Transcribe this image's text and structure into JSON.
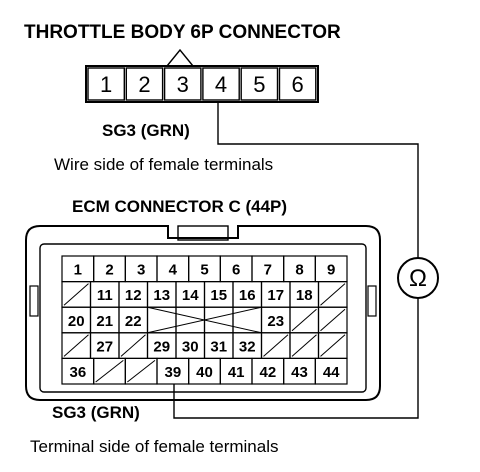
{
  "labels": {
    "throttle_title": "THROTTLE BODY 6P CONNECTOR",
    "sg3_top": "SG3 (GRN)",
    "wire_side": "Wire side of female terminals",
    "ecm_title": "ECM CONNECTOR C (44P)",
    "sg3_bottom": "SG3 (GRN)",
    "terminal_side": "Terminal side of female terminals",
    "ohm_symbol": "Ω"
  },
  "throttle_pins": [
    "1",
    "2",
    "3",
    "4",
    "5",
    "6"
  ],
  "ecm_rows": [
    [
      "1",
      "2",
      "3",
      "4",
      "5",
      "6",
      "7",
      "8",
      "9"
    ],
    [
      "",
      "11",
      "12",
      "13",
      "14",
      "15",
      "16",
      "17",
      "18",
      ""
    ],
    [
      "20",
      "21",
      "22",
      "",
      "",
      "",
      "",
      "23",
      "",
      ""
    ],
    [
      "",
      "27",
      "",
      "29",
      "30",
      "31",
      "32",
      "",
      "",
      ""
    ],
    [
      "36",
      "",
      "",
      "39",
      "40",
      "41",
      "42",
      "43",
      "44"
    ]
  ]
}
